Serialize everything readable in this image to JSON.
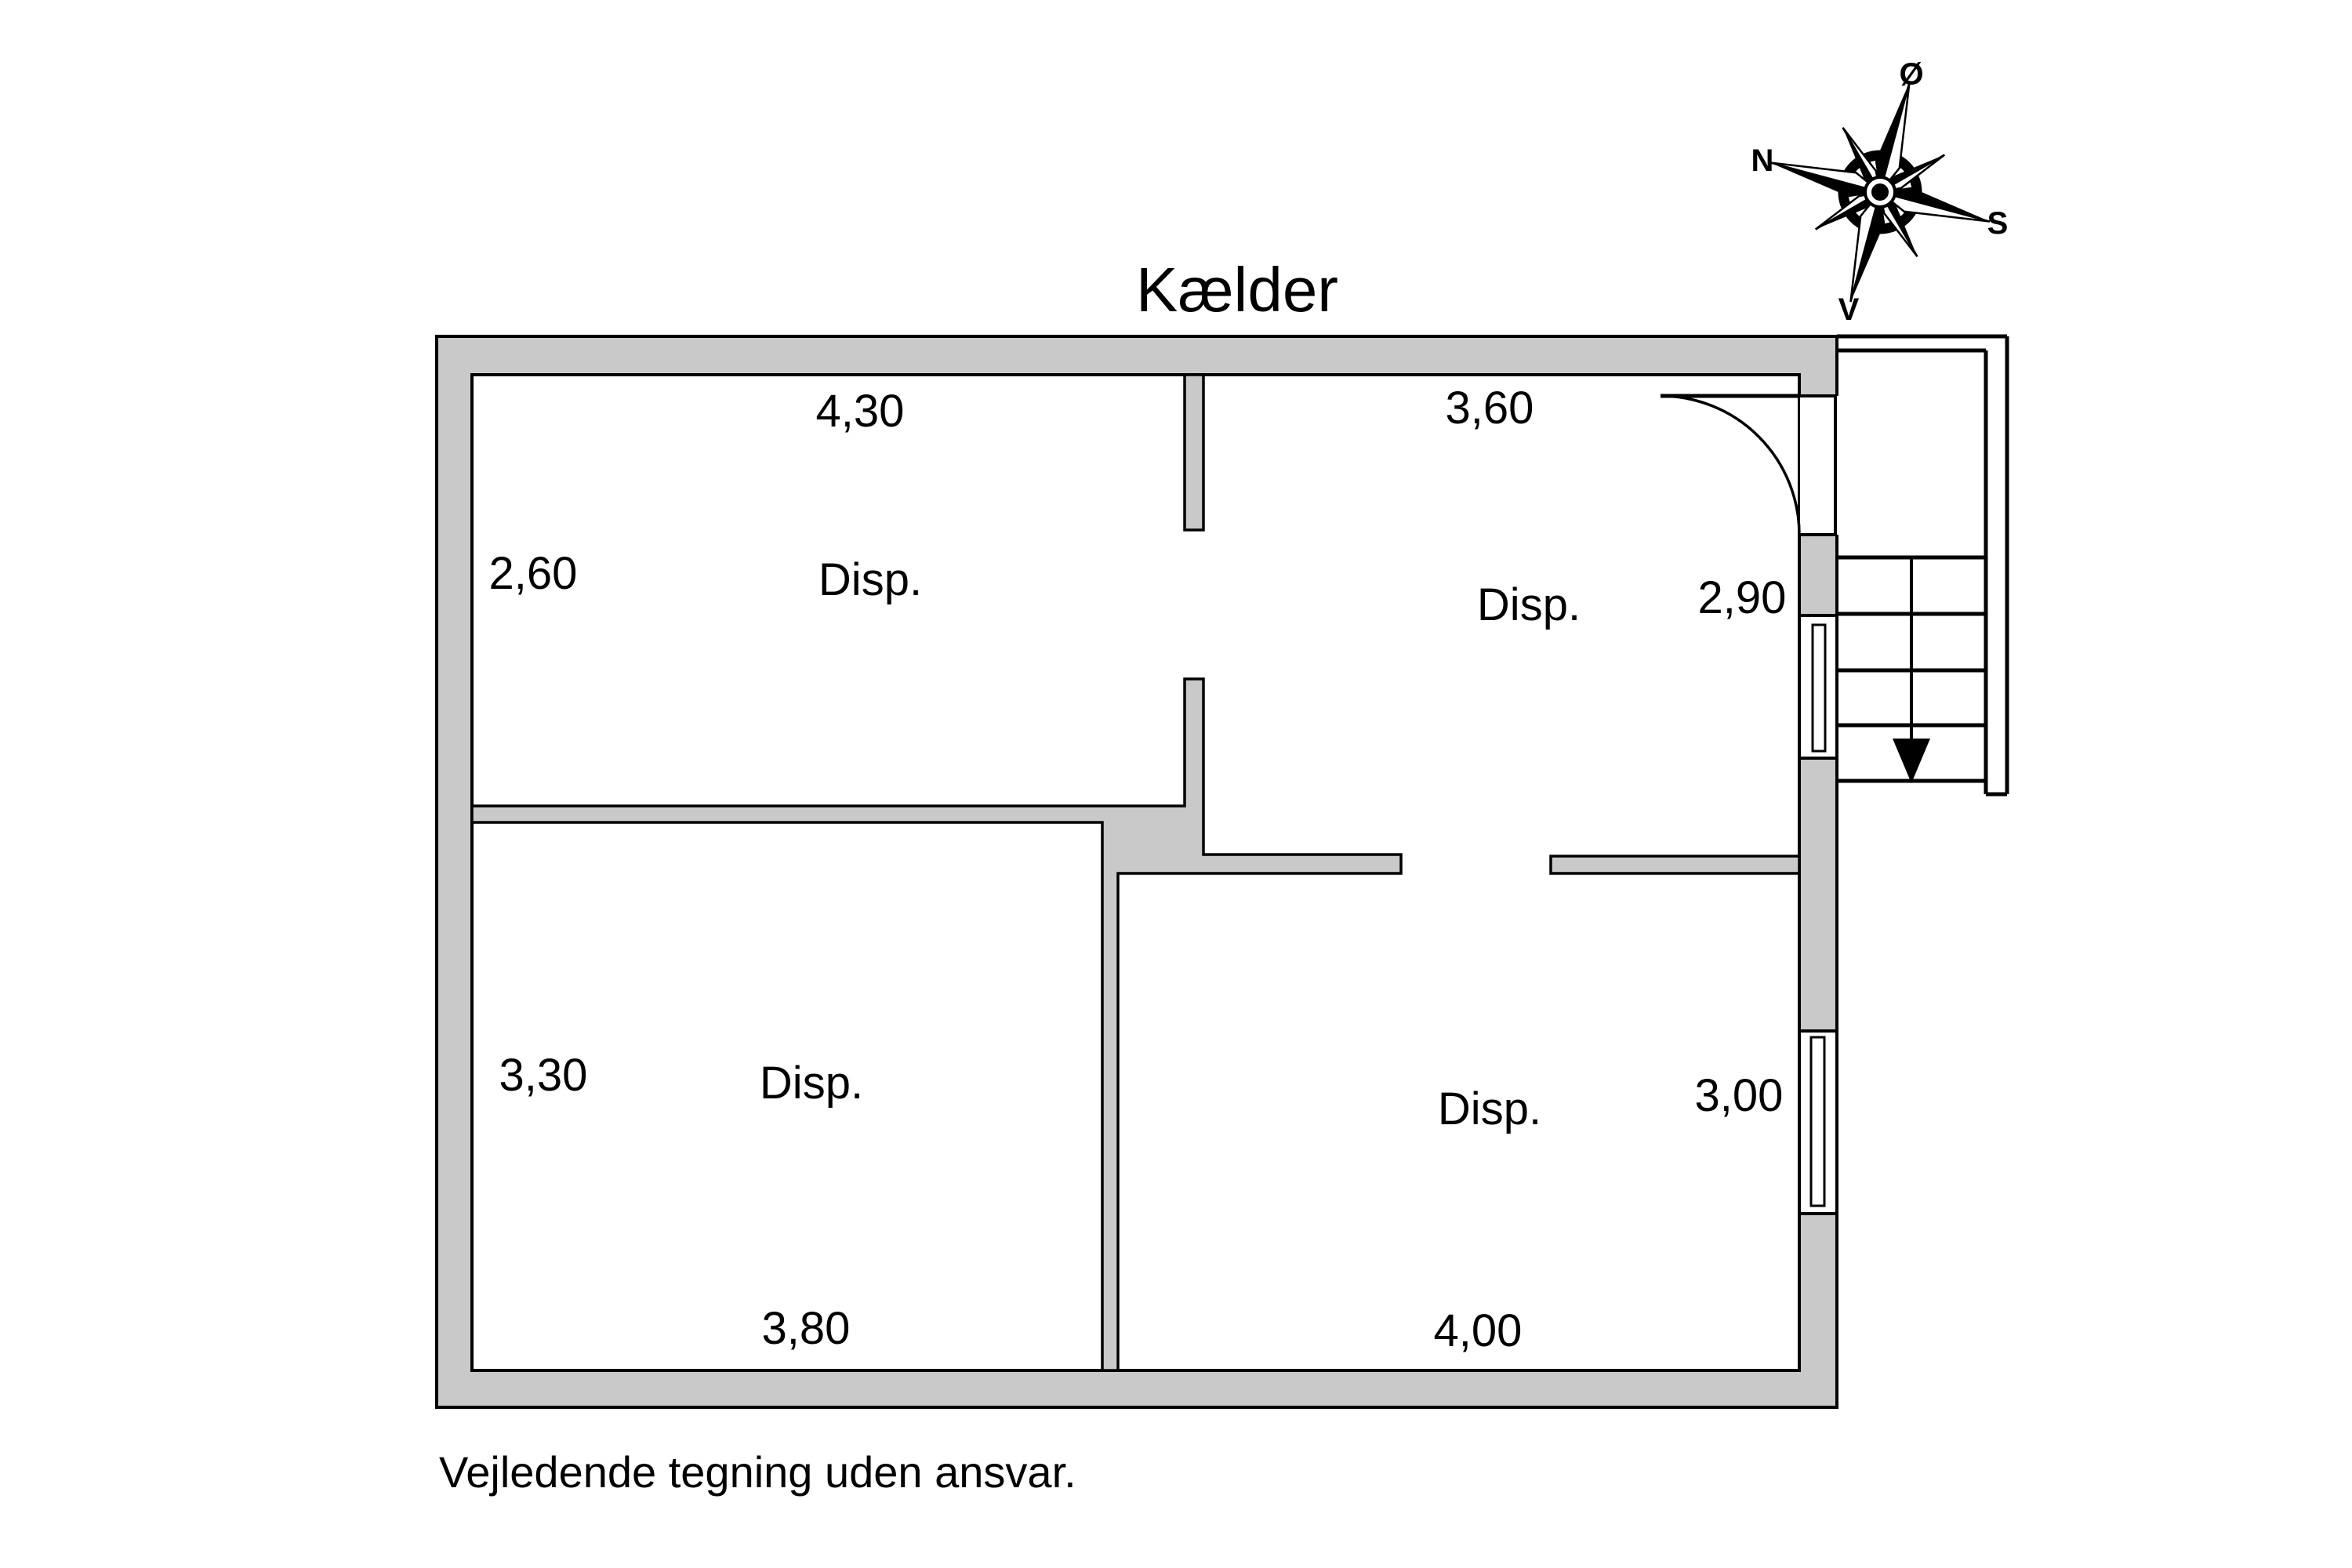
{
  "page": {
    "title": "Kælder",
    "disclaimer": "Vejledende tegning uden ansvar."
  },
  "compass": {
    "north": "N",
    "east": "Ø",
    "south": "S",
    "west": "V"
  },
  "rooms": [
    {
      "name": "Disp.",
      "width": "4,30",
      "height": "2,60"
    },
    {
      "name": "Disp.",
      "width": "3,60",
      "height": "2,90"
    },
    {
      "name": "Disp.",
      "width": "3,80",
      "height": "3,30"
    },
    {
      "name": "Disp.",
      "width": "4,00",
      "height": "3,00"
    }
  ],
  "colors": {
    "wall_fill": "#c9c9c9",
    "line": "#000000",
    "background": "#ffffff"
  }
}
